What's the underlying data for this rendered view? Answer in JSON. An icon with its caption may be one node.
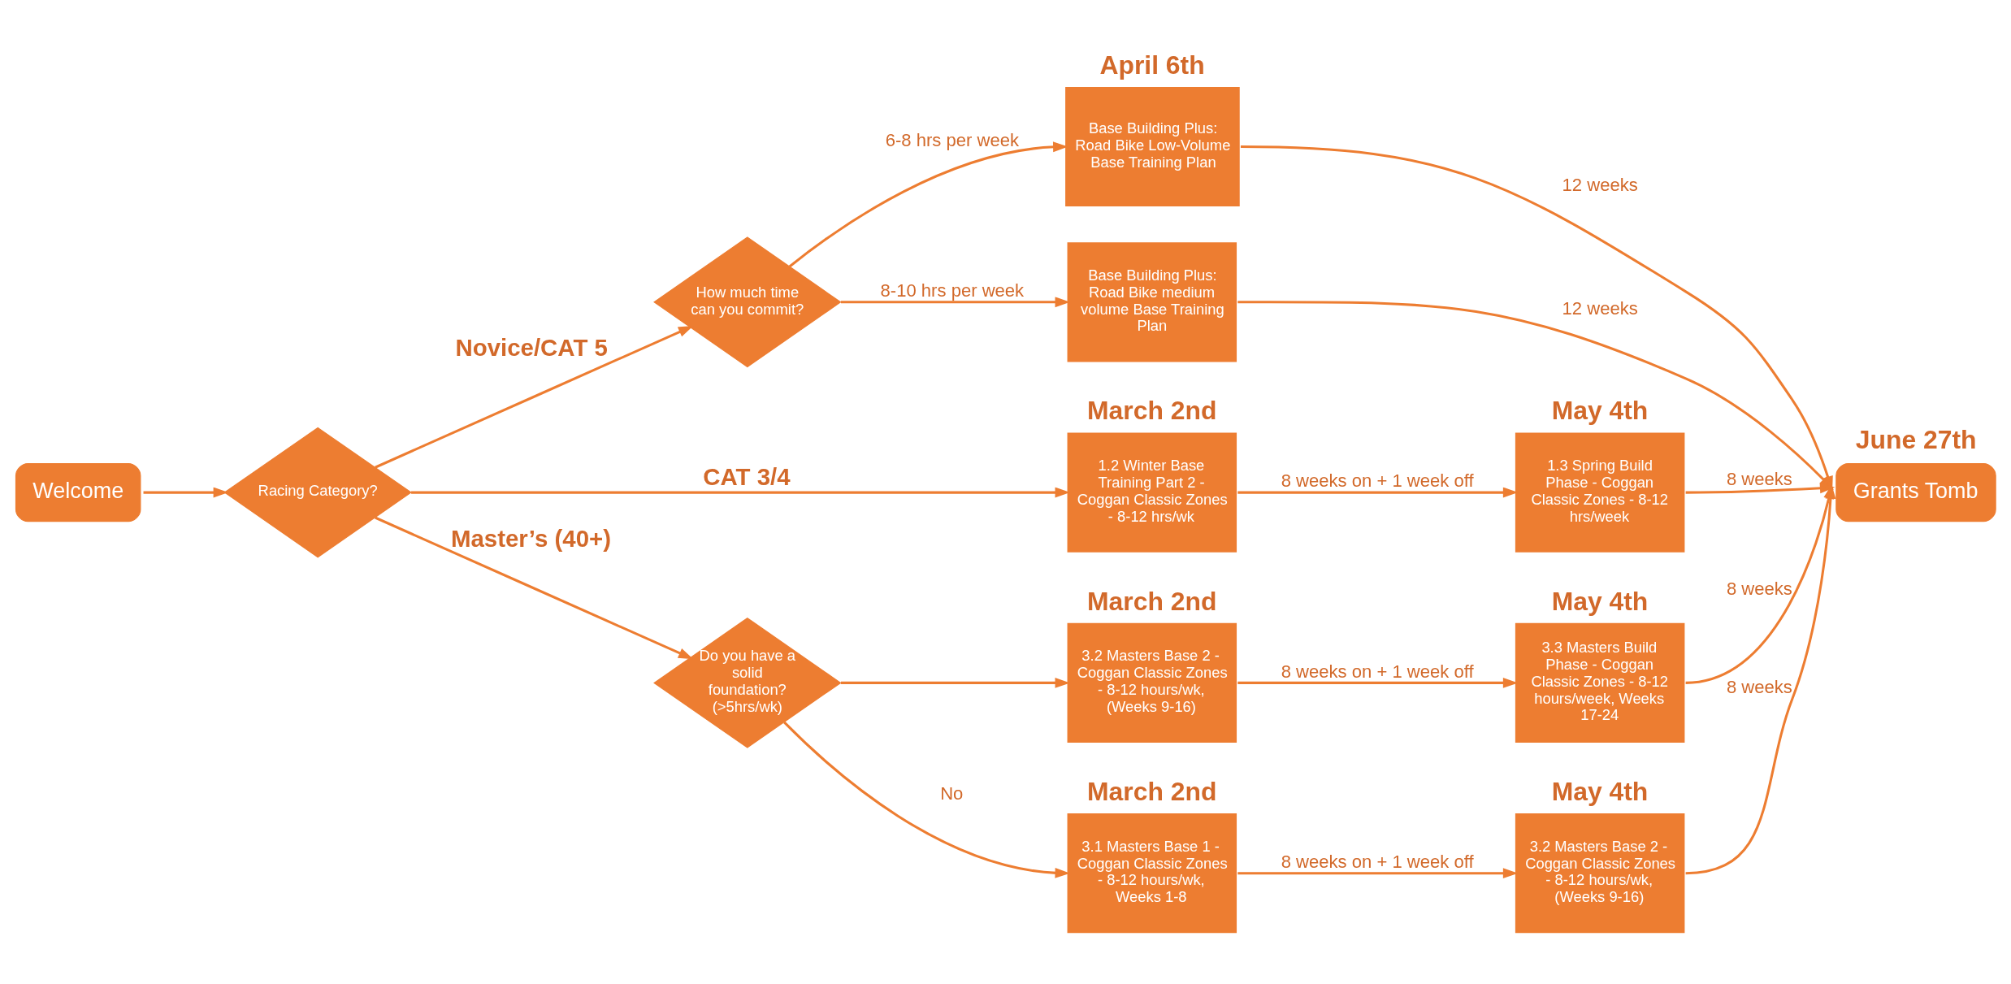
{
  "diagram": {
    "nodes": [
      {
        "text": [
          "Welcome"
        ]
      },
      {
        "text": [
          "Racing Category?"
        ]
      },
      {
        "text": [
          "How much time can you commit?"
        ]
      },
      {
        "text": [
          "Do you have a solid foundation? (>5hrs/wk)"
        ]
      },
      {
        "text": [
          "Base Building Plus: Road Bike Low-Volume Base Training Plan"
        ],
        "beside": [
          "April 6th"
        ]
      },
      {
        "text": [
          "Base Building Plus: Road Bike medium volume Base Training Plan"
        ]
      },
      {
        "text": [
          "1.2 Winter Base Training Part 2 - Coggan Classic Zones - 8-12 hrs/wk"
        ],
        "beside": [
          "March 2nd"
        ]
      },
      {
        "text": [
          "1.3 Spring Build Phase - Coggan Classic Zones - 8-12 hrs/week"
        ],
        "beside": [
          "May 4th"
        ]
      },
      {
        "text": [
          "3.2 Masters Base 2 - Coggan Classic Zones - 8-12 hours/wk, (Weeks 9-16)"
        ],
        "beside": [
          "March 2nd"
        ]
      },
      {
        "text": [
          "3.3 Masters Build Phase - Coggan Classic Zones - 8-12 hours/week, Weeks 17-24"
        ],
        "beside": [
          "May 4th"
        ]
      },
      {
        "text": [
          "3.1 Masters Base 1 - Coggan Classic Zones - 8-12 hours/wk, Weeks 1-8"
        ],
        "beside": [
          "March 2nd"
        ]
      },
      {
        "text": [
          "3.2 Masters Base 2 - Coggan Classic Zones - 8-12 hours/wk, (Weeks 9-16)"
        ],
        "beside": [
          "May 4th"
        ]
      },
      {
        "text": [
          "Grants Tomb"
        ],
        "beside": [
          "June 27th"
        ]
      }
    ],
    "edges": [
      {
        "from": 0,
        "to": 1,
        "arrow": "to"
      },
      {
        "from": 1,
        "to": 2,
        "arrow": "to",
        "label": "Novice/CAT 5"
      },
      {
        "from": 1,
        "to": 6,
        "arrow": "to",
        "label": "CAT 3/4"
      },
      {
        "from": 1,
        "to": 3,
        "arrow": "to",
        "label": "Master’s (40+)"
      },
      {
        "from": 2,
        "to": 4,
        "arrow": "to",
        "label": "6-8 hrs per week"
      },
      {
        "from": 2,
        "to": 5,
        "arrow": "to",
        "label": "8-10 hrs per week"
      },
      {
        "from": 3,
        "to": 8,
        "arrow": "to"
      },
      {
        "from": 3,
        "to": 10,
        "arrow": "to",
        "label": "No"
      },
      {
        "from": 6,
        "to": 7,
        "arrow": "to",
        "label": "8 weeks on + 1 week off"
      },
      {
        "from": 8,
        "to": 9,
        "arrow": "to",
        "label": "8 weeks on + 1 week off"
      },
      {
        "from": 10,
        "to": 11,
        "arrow": "to",
        "label": "8 weeks on + 1 week off"
      },
      {
        "from": 4,
        "to": 12,
        "arrow": "to",
        "label": "12 weeks"
      },
      {
        "from": 5,
        "to": 12,
        "arrow": "to",
        "label": "12 weeks"
      },
      {
        "from": 7,
        "to": 12,
        "arrow": "to",
        "label": "8 weeks"
      },
      {
        "from": 9,
        "to": 12,
        "arrow": "to",
        "label": "8 weeks"
      },
      {
        "from": 11,
        "to": 12,
        "arrow": "to",
        "label": "8 weeks"
      }
    ]
  }
}
